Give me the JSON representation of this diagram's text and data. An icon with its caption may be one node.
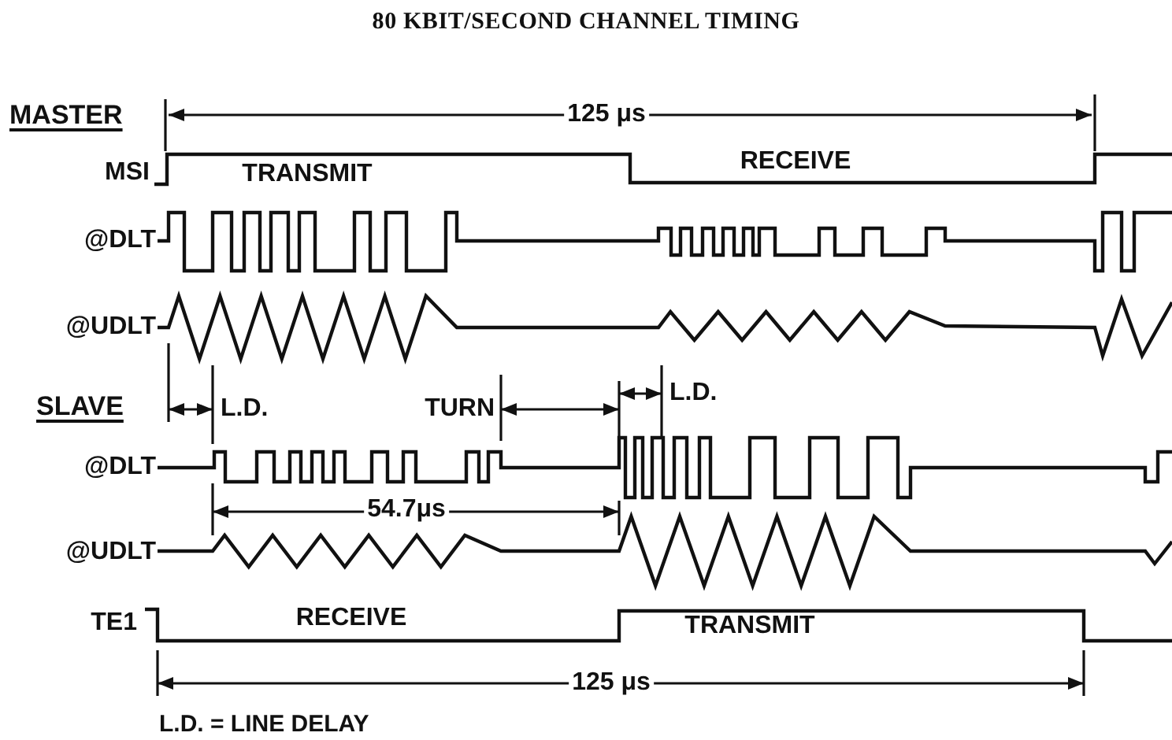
{
  "diagram": {
    "title": "80 KBIT/SECOND CHANNEL TIMING",
    "labels": [
      "MASTER",
      "125 μs",
      "MSI",
      "TRANSMIT",
      "RECEIVE",
      "@DLT",
      "@UDLT",
      "SLAVE",
      "L.D.",
      "TURN",
      "L.D.",
      "@DLT",
      "54.7μs",
      "@UDLT",
      "TE1",
      "RECEIVE",
      "TRANSMIT",
      "125 μs",
      "L.D. = LINE DELAY"
    ]
  }
}
